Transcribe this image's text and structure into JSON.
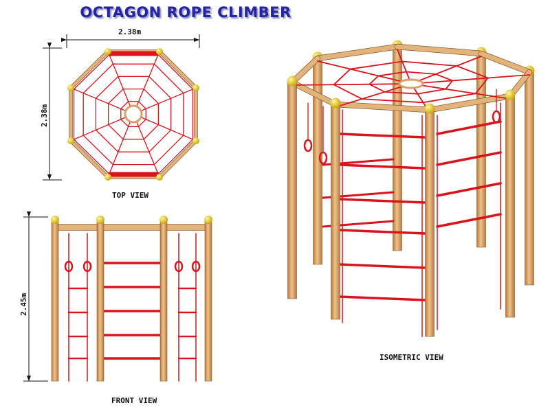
{
  "title": "OCTAGON ROPE CLIMBER",
  "top_view": {
    "label": "TOP VIEW",
    "width_dim": "2.38m",
    "depth_dim": "2.38m"
  },
  "front_view": {
    "label": "FRONT VIEW",
    "height_dim": "2.45m"
  },
  "isometric_view": {
    "label": "ISOMETRIC VIEW"
  },
  "colors": {
    "title": "#2323a6",
    "wood": "#d9a066",
    "rope": "#d8141c",
    "cap": "#e8c400"
  }
}
